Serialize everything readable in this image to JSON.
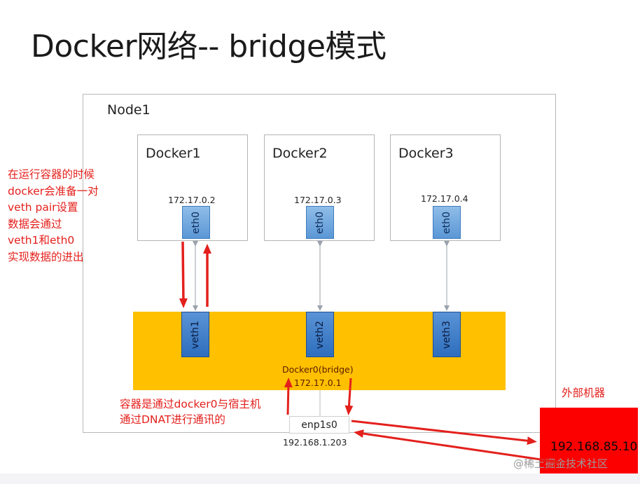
{
  "title": "Docker网络-- bridge模式",
  "node": {
    "label": "Node1"
  },
  "containers": [
    {
      "name": "Docker1",
      "ip": "172.17.0.2",
      "eth": "eth0",
      "veth": "veth1"
    },
    {
      "name": "Docker2",
      "ip": "172.17.0.3",
      "eth": "eth0",
      "veth": "veth2"
    },
    {
      "name": "Docker3",
      "ip": "172.17.0.4",
      "eth": "eth0",
      "veth": "veth3"
    }
  ],
  "bridge": {
    "name": "Docker0(bridge)",
    "ip": "172.17.0.1"
  },
  "host_nic": {
    "name": "enp1s0",
    "ip": "192.168.1.203"
  },
  "notes": {
    "left": [
      "在运行容器的时候",
      "docker会准备一对",
      "veth pair设置",
      "数据会通过",
      "veth1和eth0",
      "实现数据的进出"
    ],
    "bottom": [
      "容器是通过docker0与宿主机",
      "通过DNAT进行通讯的"
    ]
  },
  "external": {
    "label": "外部机器",
    "ip": "192.168.85.10"
  },
  "watermark": "@稀土掘金技术社区",
  "colors": {
    "bridge": "#ffc000",
    "annotation": "#e3201c",
    "external_box": "#fc0000",
    "iface": "#5b97d6"
  }
}
